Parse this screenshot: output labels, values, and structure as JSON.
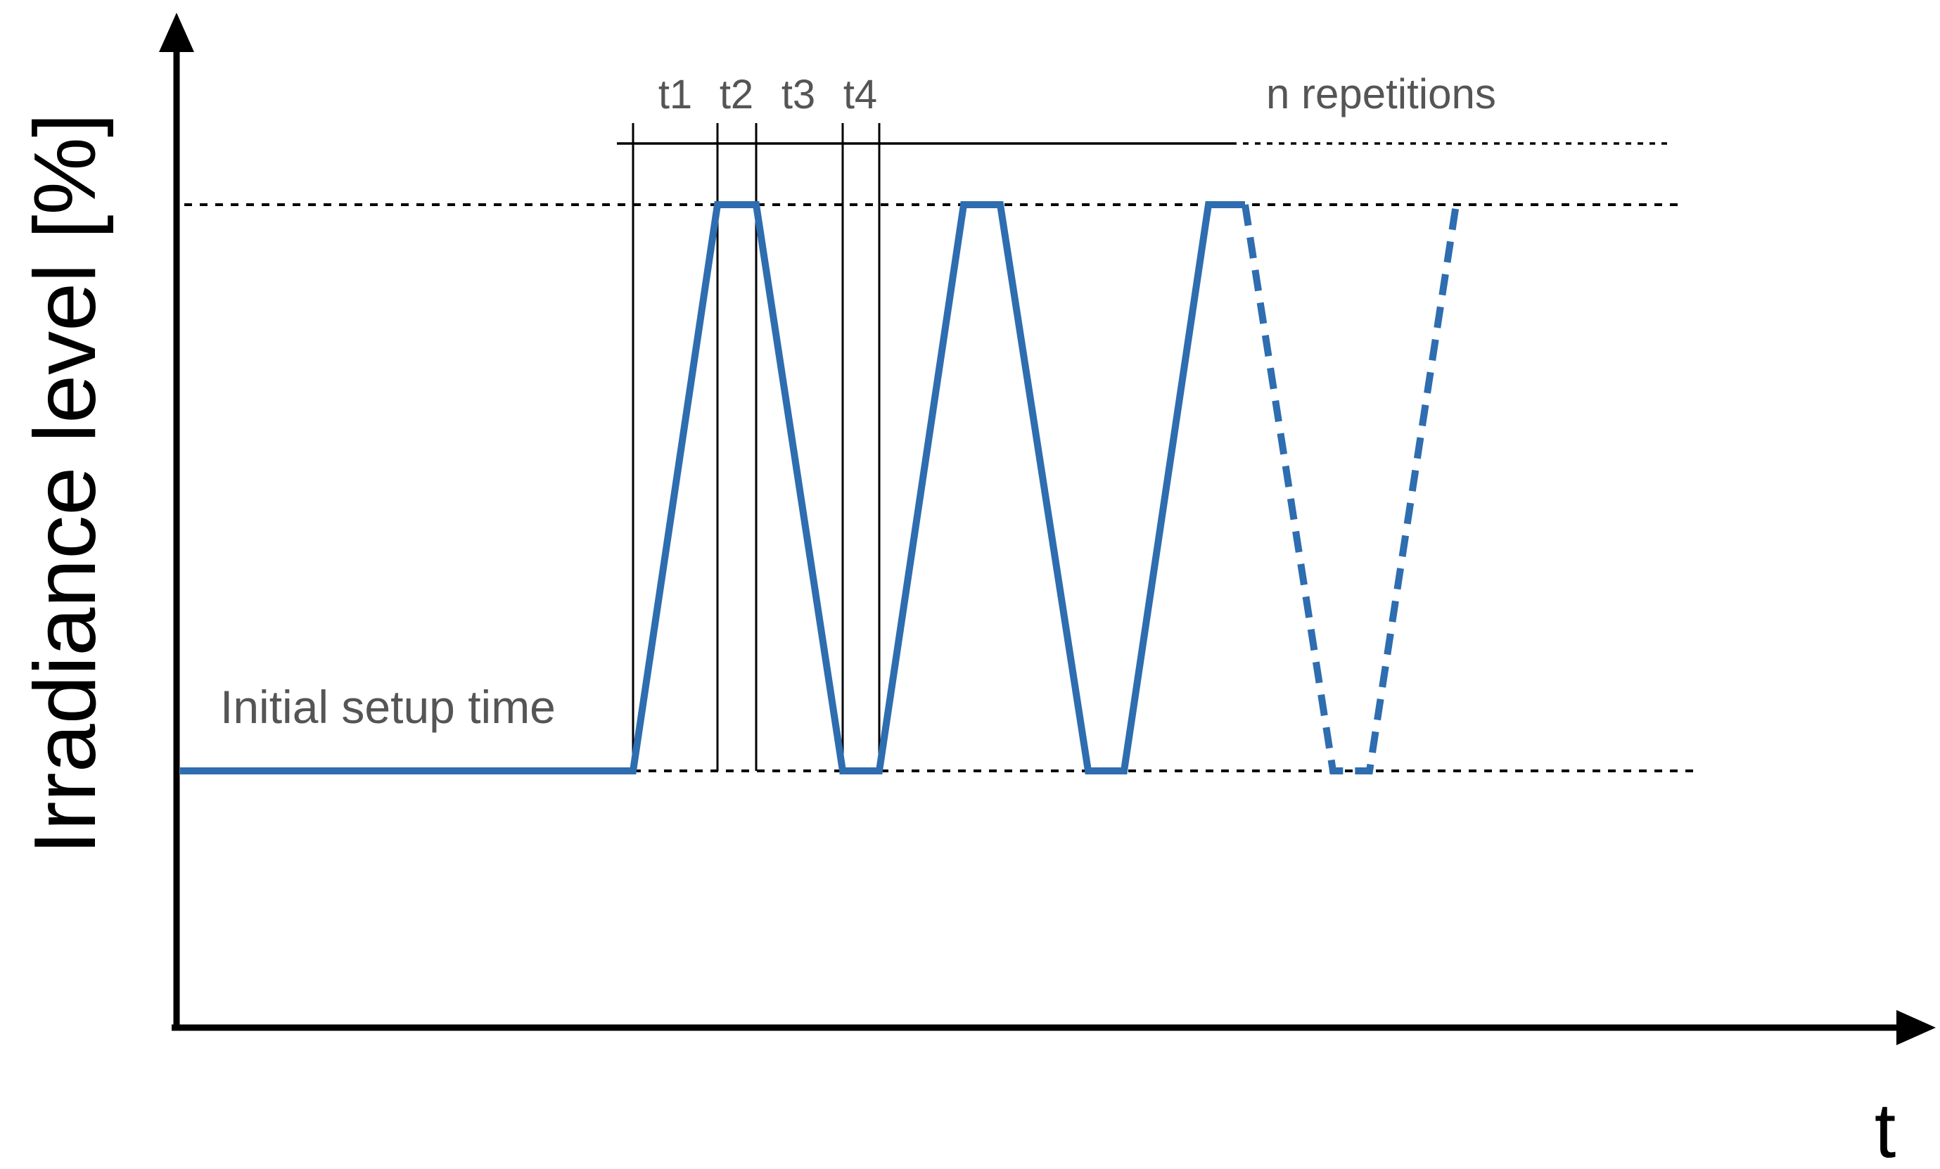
{
  "labels": {
    "y_axis_title": "Irradiance level [%]",
    "x_axis_title": "t",
    "initial_setup": "Initial setup time",
    "repetitions": "n repetitions",
    "phases": [
      "t1",
      "t2",
      "t3",
      "t4"
    ]
  },
  "colors": {
    "signal": "#2E6DB0",
    "axis": "#000000",
    "guide": "#000000",
    "annotation_text": "#555555"
  }
}
